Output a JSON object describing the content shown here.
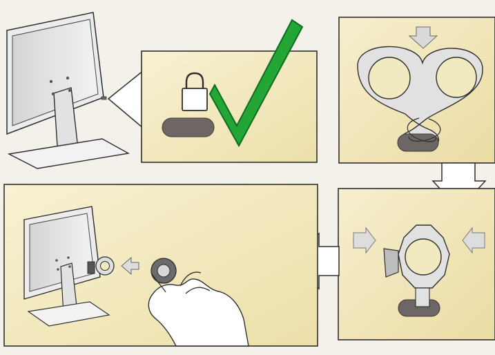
{
  "figure": {
    "panels": [
      {
        "id": "monitor-security-slot",
        "icon": "monitor-icon"
      },
      {
        "id": "unlocked-slot-confirmed",
        "icon": "padlock-icon",
        "status": "checkmark-icon"
      },
      {
        "id": "figure-eight-cable-loop",
        "icon": "cable-loop-icon"
      },
      {
        "id": "insert-lock-into-slot",
        "icon": "hand-lock-icon"
      },
      {
        "id": "compressed-lock-head",
        "icon": "compressed-lock-icon"
      }
    ],
    "arrows": [
      {
        "from": "unlocked-slot-confirmed",
        "to": "monitor-security-slot"
      },
      {
        "from": "figure-eight-cable-loop",
        "to": "compressed-lock-head"
      },
      {
        "from": "compressed-lock-head",
        "to": "insert-lock-into-slot"
      }
    ],
    "colors": {
      "panel_fill": "#f1e9bf",
      "panel_border": "#2a2a2a",
      "slot_fill": "#6d6664",
      "check_fill": "#23a635",
      "loop_fill": "#e2e2e2",
      "arrow_fill": "#ffffff"
    }
  }
}
